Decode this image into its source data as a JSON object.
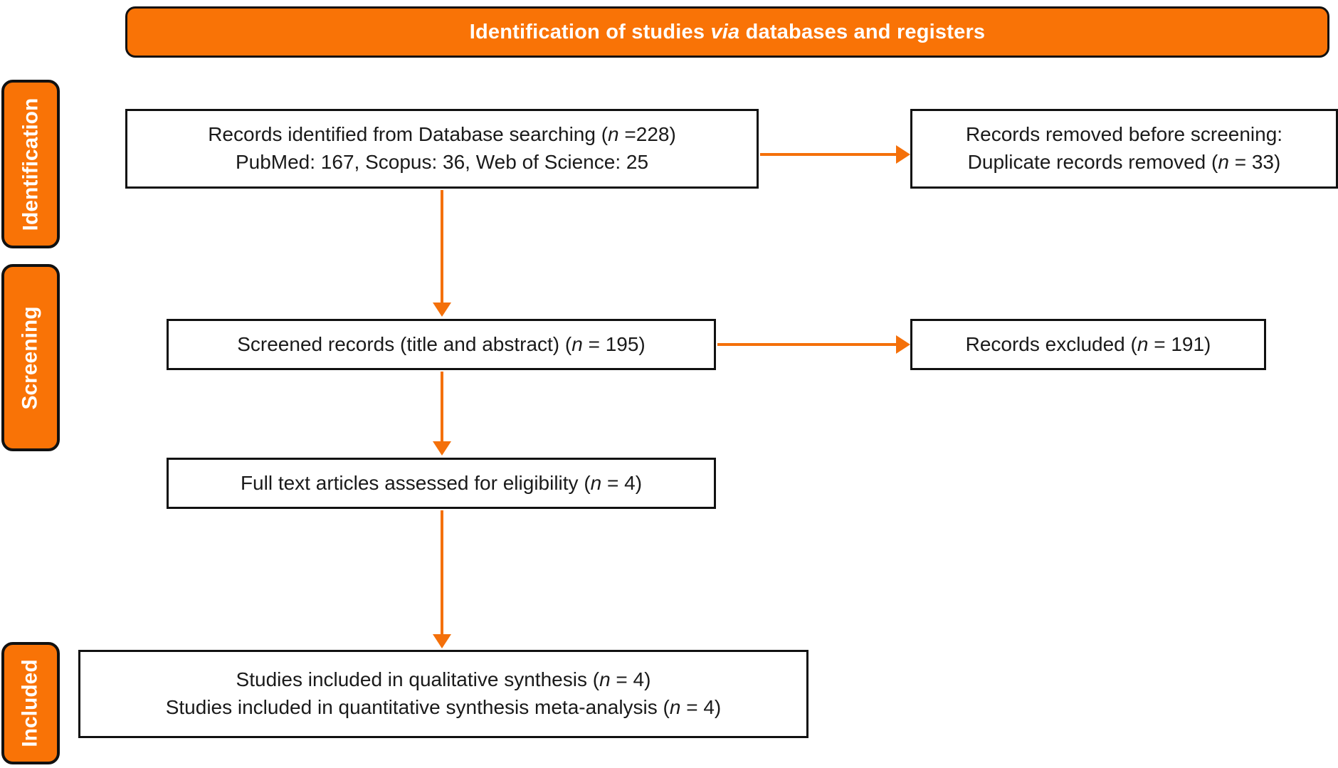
{
  "banner": {
    "text_before": "Identification of studies ",
    "text_italic": "via",
    "text_after": " databases and registers"
  },
  "stages": [
    {
      "id": "identification",
      "label": "Identification"
    },
    {
      "id": "screening",
      "label": "Screening"
    },
    {
      "id": "included",
      "label": "Included"
    }
  ],
  "boxes": {
    "identified": {
      "line1_a": "Records identified from Database searching (",
      "line1_n": "n",
      "line1_b": " =228)",
      "line2": "PubMed: 167, Scopus: 36, Web of Science: 25"
    },
    "removed": {
      "line1": "Records removed before screening:",
      "line2_a": "Duplicate records removed (",
      "line2_n": "n",
      "line2_b": " = 33)"
    },
    "screened": {
      "line1_a": "Screened records (title and abstract) (",
      "line1_n": "n",
      "line1_b": " = 195)"
    },
    "excluded": {
      "line1_a": "Records excluded (",
      "line1_n": "n",
      "line1_b": " = 191)"
    },
    "fulltext": {
      "line1_a": "Full text articles assessed for eligibility (",
      "line1_n": "n",
      "line1_b": " = 4)"
    },
    "included_final": {
      "line1_a": "Studies included in qualitative synthesis (",
      "line1_n": "n",
      "line1_b": " = 4)",
      "line2_a": "Studies included in quantitative synthesis meta-analysis (",
      "line2_n": "n",
      "line2_b": " = 4)"
    }
  },
  "colors": {
    "accent_orange": "#F97306",
    "arrow_orange": "#F4700A",
    "box_border": "#111111",
    "text": "#1a1a1a",
    "banner_text": "#ffffff"
  },
  "counts": {
    "records_identified": 228,
    "pubmed": 167,
    "scopus": 36,
    "web_of_science": 25,
    "duplicates_removed": 33,
    "records_screened": 195,
    "records_excluded": 191,
    "full_text_assessed": 4,
    "included_qualitative": 4,
    "included_quantitative": 4
  }
}
